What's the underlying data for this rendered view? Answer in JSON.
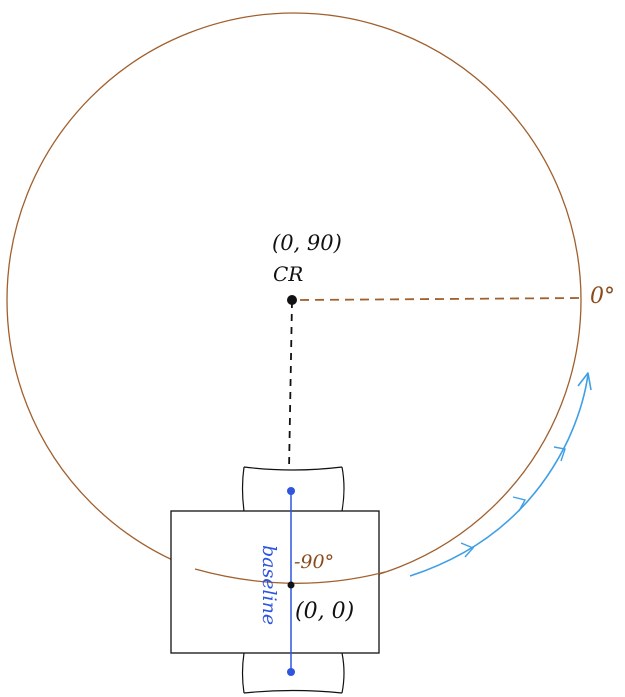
{
  "labels": {
    "cr_coords": "(0, 90)",
    "cr_name": "CR",
    "zero_deg": "0°",
    "neg_ninety_deg": "-90°",
    "origin_coords": "(0, 0)",
    "baseline": "baseline"
  },
  "colors": {
    "ink": "#111111",
    "circle": "#a0602e",
    "baseline": "#2d55e0",
    "rotation_arrow": "#3f9fe6",
    "angle_label": "#8a4b1c"
  }
}
